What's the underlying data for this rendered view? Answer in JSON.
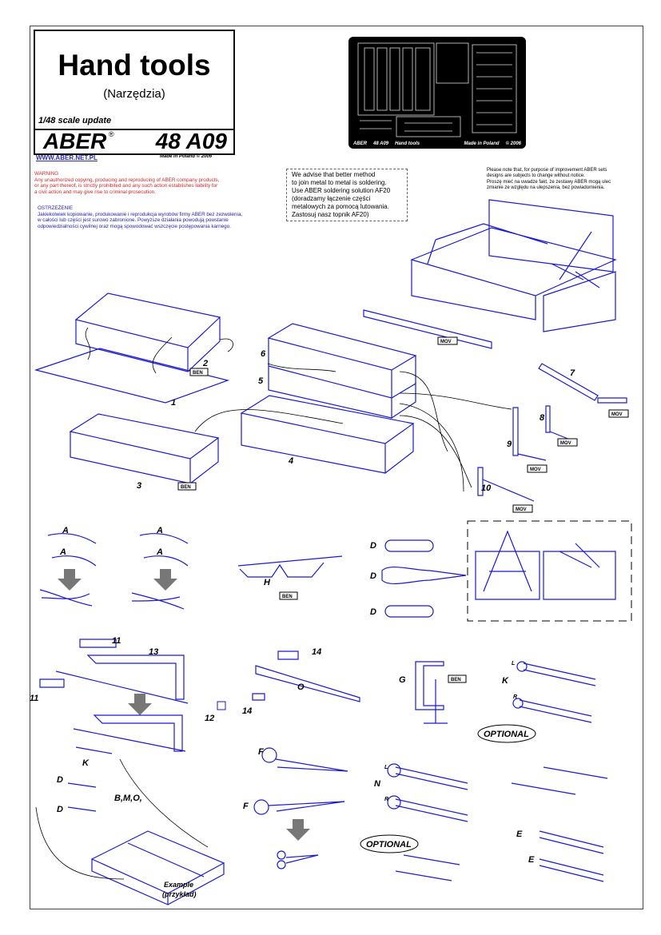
{
  "header": {
    "title": "Hand tools",
    "subtitle": "(Narzędzia)",
    "scale": "1/48 scale update",
    "brand": "ABER",
    "registered": "®",
    "code": "48 A09",
    "url": "WWW.ABER.NET.PL",
    "made_in": "Made in Poland © 2006"
  },
  "fret": {
    "brand": "ABER",
    "code": "48 A09",
    "name": "Hand tools",
    "made_in": "Made in Poland",
    "year": "© 2006"
  },
  "warning": {
    "title": "WARNING",
    "lines": [
      "Any unauthorized copying, producing and reproducing of ABER company products,",
      "or any part thereof, is strictly prohibited and any such action establishes liability for",
      "a civil action and may give rise to criminal prosecution."
    ],
    "pl_title": "OSTRZEŻENIE",
    "pl_lines": [
      "Jakiekolwiek kopiowanie, produkowanie i reprodukcja wyrobów firmy ABER bez zezwolenia,",
      "w całości lub części jest surowo zabronione. Powyższe działania powodują powstanie",
      "odpowiedzialności cywilnej oraz mogą spowodować wszczęcie postępowania karnego."
    ]
  },
  "advice": {
    "lines": [
      "We advise that better method",
      "to join metal to metal is soldering.",
      "Use ABER soldering solution AF20",
      "(doradzamy łączenie części",
      "metalowych za pomocą lutowania.",
      "Zastosuj nasz topnik AF20)"
    ]
  },
  "note": {
    "lines": [
      "Please note that, for purpose of improvement ABER sets",
      "designs are subjects to change without notice.",
      "Proszę mieć na uwadze fakt, że zestawy ABER mogą ulec",
      "zmianie ze względu na ulepszenia, bez powiadomienia."
    ]
  },
  "labels": {
    "p1": "1",
    "p2": "2",
    "p3": "3",
    "p4": "4",
    "p5": "5",
    "p6": "6",
    "p7": "7",
    "p8": "8",
    "p9": "9",
    "p10": "10",
    "p11a": "11",
    "p11b": "11",
    "p12": "12",
    "p13": "13",
    "p14a": "14",
    "p14b": "14",
    "a1": "A",
    "a2": "A",
    "a3": "A",
    "a4": "A",
    "h": "H",
    "d1": "D",
    "d2": "D",
    "d3": "D",
    "d4": "D",
    "d5": "D",
    "o": "O",
    "g": "G",
    "k1": "K",
    "k2": "K",
    "l1": "L",
    "r1": "R",
    "l2": "L",
    "r2": "R",
    "f1": "F",
    "f2": "F",
    "n": "N",
    "e1": "E",
    "e2": "E",
    "bmo": "B,M,O,",
    "optional1": "OPTIONAL",
    "optional2": "OPTIONAL",
    "example": "Example",
    "example_pl": "(przykład)"
  },
  "tags": {
    "ben": "BEN",
    "mov": "MOV"
  },
  "colors": {
    "line": "#1a1ad0",
    "warning": "#d02828",
    "polish": "#2323b0"
  }
}
